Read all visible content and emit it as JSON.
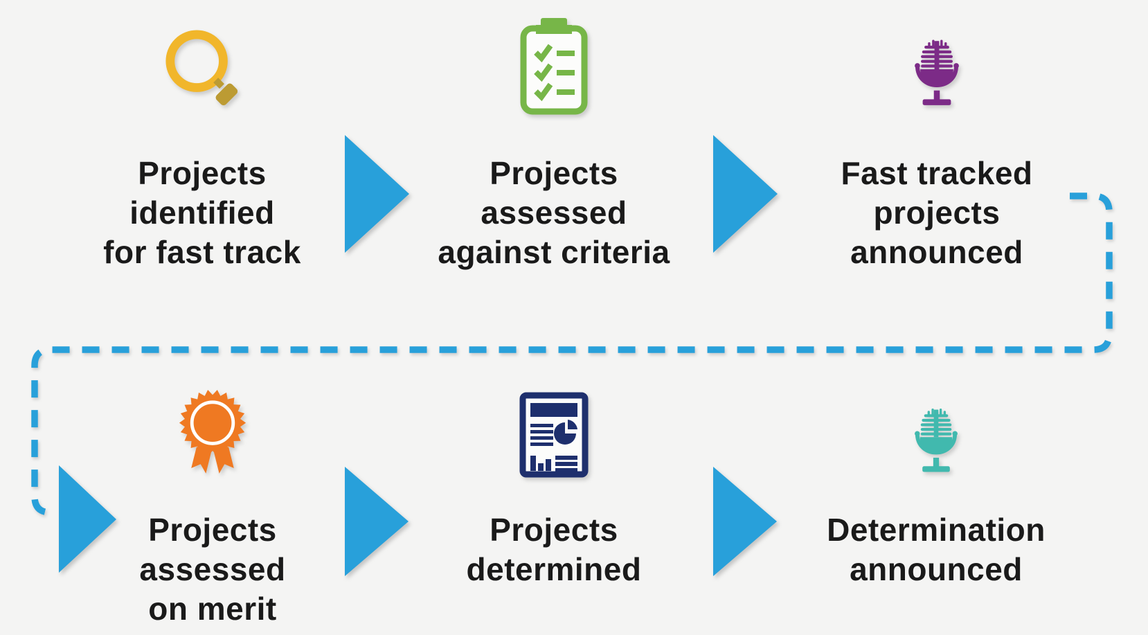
{
  "colors": {
    "background": "#F4F4F3",
    "blue": "#28A0DA",
    "yellow": "#F1B62B",
    "gold": "#BC9B33",
    "green": "#77B648",
    "purple": "#7C2B87",
    "orange": "#EF7922",
    "navy": "#1E2F6D",
    "teal": "#41B9AE",
    "paper": "#FCFCFB",
    "text": "#1A1A1A"
  },
  "steps": [
    {
      "name": "projects-identified-for-fast-track",
      "icon": "magnifier-icon",
      "lines": [
        "Projects",
        "identified",
        "for fast track"
      ]
    },
    {
      "name": "projects-assessed-against-criteria",
      "icon": "checklist-clipboard-icon",
      "lines": [
        "Projects",
        "assessed",
        "against criteria"
      ]
    },
    {
      "name": "fast-tracked-projects-announced",
      "icon": "microphone-icon",
      "lines": [
        "Fast tracked",
        "projects",
        "announced"
      ]
    },
    {
      "name": "projects-assessed-on-merit",
      "icon": "award-rosette-icon",
      "lines": [
        "Projects",
        "assessed",
        "on merit"
      ]
    },
    {
      "name": "projects-determined",
      "icon": "report-document-icon",
      "lines": [
        "Projects",
        "determined"
      ]
    },
    {
      "name": "determination-announced",
      "icon": "microphone-icon",
      "lines": [
        "Determination",
        "announced"
      ]
    }
  ]
}
